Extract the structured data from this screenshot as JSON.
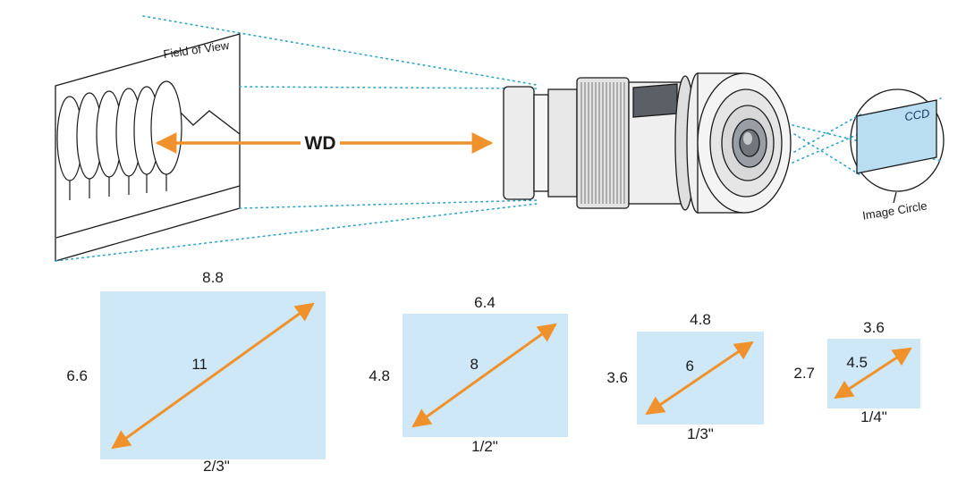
{
  "diagram": {
    "field_of_view_label": "Field of View",
    "wd_label": "WD",
    "ccd_label": "CCD",
    "image_circle_label": "Image Circle"
  },
  "sensors": [
    {
      "name": "2/3\"",
      "width": "8.8",
      "height": "6.6",
      "diagonal": "11"
    },
    {
      "name": "1/2\"",
      "width": "6.4",
      "height": "4.8",
      "diagonal": "8"
    },
    {
      "name": "1/3\"",
      "width": "4.8",
      "height": "3.6",
      "diagonal": "6"
    },
    {
      "name": "1/4\"",
      "width": "3.6",
      "height": "2.7",
      "diagonal": "4.5"
    }
  ],
  "colors": {
    "sensor_fill": "#cfe8f8",
    "ccd_fill": "#b9ddf1",
    "arrow_orange": "#f0922c",
    "ray_teal": "#2aa5c8",
    "line_dark": "#1a1a1a"
  }
}
